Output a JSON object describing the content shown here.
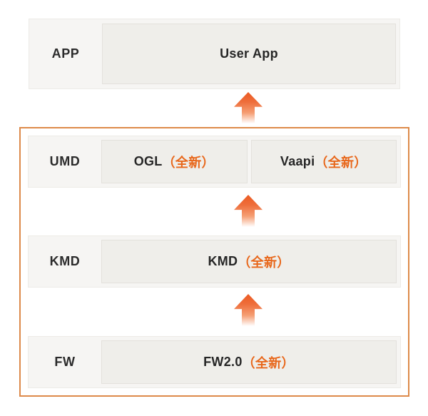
{
  "diagram": {
    "rows": [
      {
        "label": "APP",
        "boxes": [
          {
            "name": "User App",
            "suffix": ""
          }
        ]
      },
      {
        "label": "UMD",
        "boxes": [
          {
            "name": "OGL",
            "suffix": "（全新）"
          },
          {
            "name": "Vaapi",
            "suffix": "（全新）"
          }
        ]
      },
      {
        "label": "KMD",
        "boxes": [
          {
            "name": "KMD",
            "suffix": "（全新）"
          }
        ]
      },
      {
        "label": "FW",
        "boxes": [
          {
            "name": "FW2.0",
            "suffix": "（全新）"
          }
        ]
      }
    ],
    "arrows": [
      "up",
      "up",
      "up"
    ],
    "colors": {
      "accent_text": "#e8671b",
      "arrow_top": "#ec5b23",
      "container_border": "#dd8a4a",
      "row_bg": "#f6f5f3",
      "box_bg": "#efeeea",
      "label_text": "#2b2b2b"
    }
  }
}
